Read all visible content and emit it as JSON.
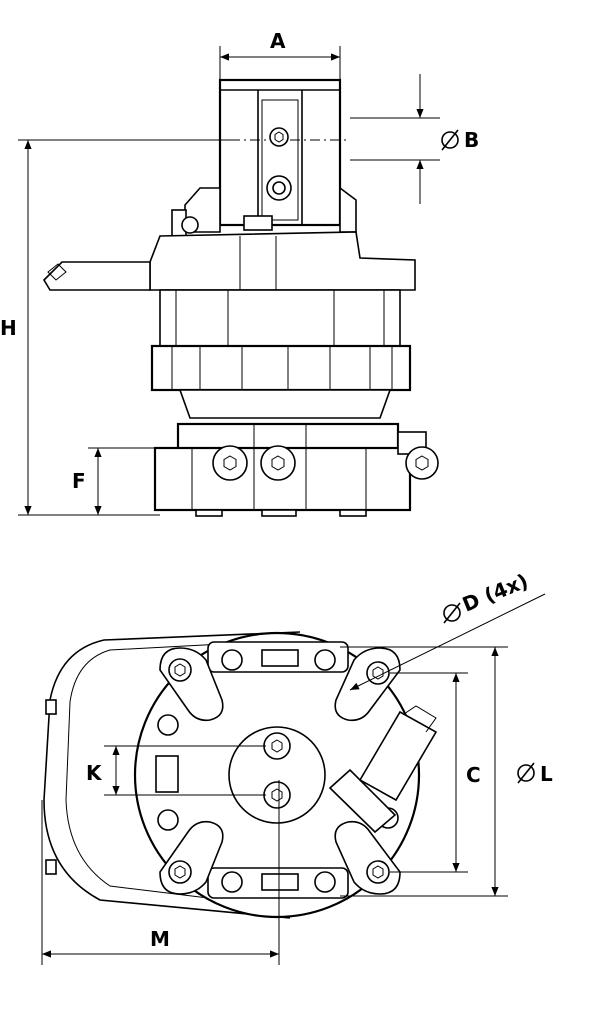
{
  "labels": {
    "A": "A",
    "B": "B",
    "H": "H",
    "F": "F",
    "D": "D (4x)",
    "K": "K",
    "C": "C",
    "L": "L",
    "M": "M"
  },
  "symbols": {
    "diameter": "diameter-symbol"
  },
  "colors": {
    "line": "#000000",
    "background": "#ffffff"
  }
}
